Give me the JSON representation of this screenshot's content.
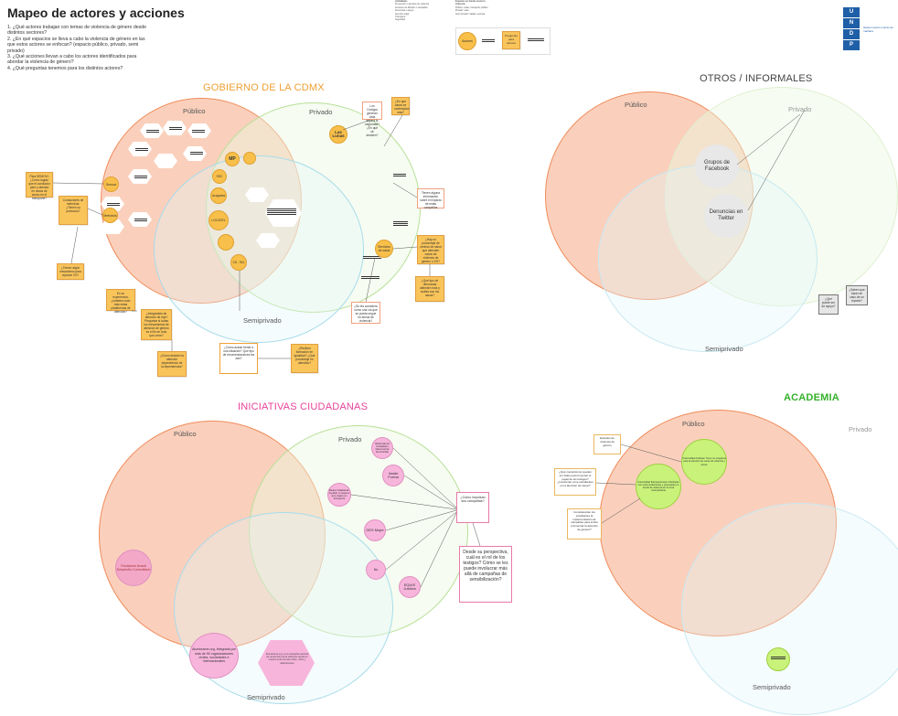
{
  "title": "Mapeo de actores y acciones",
  "questions": [
    "1. ¿Qué actores trabajan con temas de violencia de género desde distintos sectores?",
    "2. ¿En qué espacios se lleva a cabo la violencia de género en las que estos actores se enfocan? (espacio público, privado, semi privado)",
    "3. ¿Qué acciones llevan a cabo los actores identificados para abordar la violencia de género?",
    "4. ¿Qué preguntas tenemos para los distintos actores?"
  ],
  "legend": {
    "heading": "Actividades",
    "items": [
      "Prevención o atención de violencia",
      "Acciones de difusión o campañas",
      "Denuncias o apoyo",
      "Atención legal",
      "Transporte",
      "Seguridad"
    ],
    "col2_heading": "Espacios en donde ocurre la violencia:",
    "col2_items": [
      "Público: calles, transporte público",
      "Privado: casa",
      "Semi privado: trabajo, escuela"
    ],
    "actors_label": "Actores",
    "questions_label": "Preguntas para actores"
  },
  "logo": {
    "cells": [
      "U",
      "N",
      "D",
      "P"
    ],
    "text": "Hacia nuestro mundo de mañana"
  },
  "sections": {
    "gobierno": {
      "title": "GOBIERNO DE LA CDMX",
      "publico": "Público",
      "privado": "Privado",
      "semiprivado": "Semiprivado"
    },
    "otros": {
      "title": "OTROS / INFORMALES",
      "publico": "Público",
      "privado": "Privado",
      "semiprivado": "Semiprivado"
    },
    "iniciativas": {
      "title": "INICIATIVAS CIUDADANAS",
      "publico": "Público",
      "privado": "Privado",
      "semiprivado": "Semiprivado"
    },
    "academia": {
      "title": "ACADEMIA",
      "publico": "Público",
      "privado": "Privado",
      "semiprivado": "Semiprivado"
    }
  },
  "colors": {
    "gobierno": "#f0a034",
    "otros": "#444444",
    "iniciativas": "#e8429a",
    "academia": "#36b02c",
    "publico_fill": "#f9c8b0",
    "publico_stroke": "#f08b5a",
    "privado_stroke": "#b8e098",
    "semi_stroke": "#a8dcea"
  },
  "gobierno": {
    "actors": {
      "mp": "MP",
      "lunas": "Las Lunas",
      "metrobus": "Metrobús",
      "semovi": "Semovi",
      "servicios_salud": "Servicios de salud",
      "ssc": "SSC",
      "juzgados": "Juzgados",
      "locatel": "LOCATEL",
      "cc": "C5 - 911"
    },
    "stickies": [
      "Para SEMOVI: ¿Cómo logran que el conductor pare y atienda en casos de acoso en el transporte?",
      "Conductores de metrobús: ¿Tienen su protocolo?",
      "¿Tienen algún mecanismo para reportar VG?",
      "En su experiencia, ¿ustedes usan más estas plataformas de atención?",
      "¿Integrantes de atención de reja? Preguntar si todas los mecanismos de atención de género es el fin en todo que crear?",
      "¿Cómo deciden la atención dependiendo de la dependencia?",
      "¿Cómo actuar frente a una situación? Qué tipo de recomendaciones les dan?",
      "¿Reciben formación en igualdad? ¿Qué porcentaje es atendido?",
      "Los Códigos generan vista alguna la seguridad? ¿En qué se deciden?",
      "¿En qué casos se contemplan más?",
      "Tienen alguna información sobre el impacto de estas campañas",
      "¿Hay un porcentaje de centros de salud que atienden casos de violencia de género o VG?",
      "¿Qué tipo de denuncias atienden más y cuáles son los casos?",
      "¿Se les considera como una vía que se pueda seguir en temas de violencia?"
    ]
  },
  "otros": {
    "actors": {
      "facebook": "Grupos de Facebook",
      "twitter": "Denuncias en Twitter"
    },
    "stickies": [
      "¿Saben que hacer en caso de un reporte?",
      "¿Qué puede ser de apoyo?"
    ]
  },
  "iniciativas": {
    "actors": {
      "observatorio": "Observatorio Ciudadano Nacional de Feminicidio",
      "inside": "Inside Forma",
      "redes": "Redes Solidarias: Ayudan a mujeres que viajan en transporte",
      "ges": "GES Mujer",
      "no": "No",
      "equis": "EQUIS Justicia",
      "fundacion": "Fundación Avanti Desarrollo Comunitario",
      "alumbrame": "Alumbrame.org, integrada por más de 90 organizaciones civiles, sociedades e internacionales",
      "hexagon": "Alumbrame.org: es la campaña nacional de prevención de la violencia sexual en nuestro entorno para niñas, niños y adolescentes"
    },
    "stickies": [
      "¿Cómo impulsan sus campañas?",
      "Desde su perspectiva, cuál es el rol de los testigos? Cómo se les puede involucrar más allá de campañas de sensibilización?"
    ]
  },
  "academia": {
    "actors": {
      "left": "Universidad Iberoamericana: Participan con recomendaciones y propuestas en temas de violencia en la zona metropolitana",
      "right": "Universidad Anáhuac: Tiene un programa para la atención de casos de violencia y acoso",
      "bottom": ""
    },
    "stickies": [
      "Estudios de violencia de género",
      "¿Qué mecanismos pueden ser útiles para fomentar el papel de los testigos? ¿Involucran a los estudiantes en la atención de casos?",
      "Considerarían los estudiantes la implementación de campañas para invitar a fomentar la atención de género?"
    ]
  }
}
